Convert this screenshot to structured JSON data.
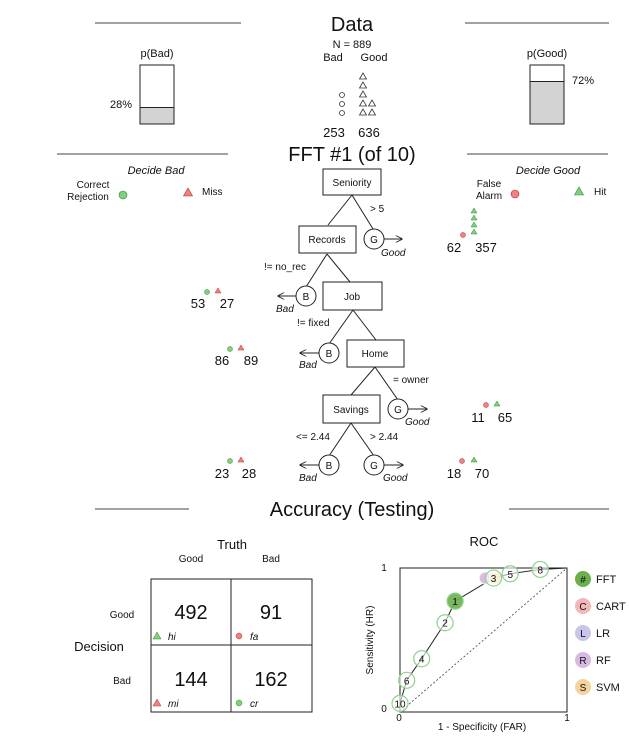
{
  "data_section": {
    "title": "Data",
    "n_label": "N = 889",
    "bad_label": "Bad",
    "good_label": "Good",
    "bad_count": "253",
    "good_count": "636",
    "p_bad": {
      "label": "p(Bad)",
      "value_text": "28%",
      "value": 0.28
    },
    "p_good": {
      "label": "p(Good)",
      "value_text": "72%",
      "value": 0.72
    }
  },
  "fft_section": {
    "title": "FFT #1 (of 10)",
    "decide_bad": "Decide Bad",
    "decide_good": "Decide Good",
    "legend": {
      "correct_rejection": [
        "Correct",
        "Rejection"
      ],
      "miss": "Miss",
      "false_alarm": [
        "False",
        "Alarm"
      ],
      "hit": "Hit"
    },
    "nodes": {
      "seniority": "Seniority",
      "records": "Records",
      "job": "Job",
      "home": "Home",
      "savings": "Savings"
    },
    "exit_letters": {
      "good": "G",
      "bad": "B"
    },
    "edge_labels": {
      "seniority_exit": "> 5",
      "records_exit": "!= no_rec",
      "job_exit": "!= fixed",
      "home_exit": "= owner",
      "savings_bad": "<= 2.44",
      "savings_good": "> 2.44"
    },
    "exit_words": {
      "good": "Good",
      "bad": "Bad"
    },
    "leaf_counts": {
      "seniority": {
        "left": "62",
        "right": "357"
      },
      "records": {
        "left": "53",
        "right": "27"
      },
      "job": {
        "left": "86",
        "right": "89"
      },
      "home": {
        "left": "11",
        "right": "65"
      },
      "savings_bad": {
        "left": "23",
        "right": "28"
      },
      "savings_good": {
        "left": "18",
        "right": "70"
      }
    }
  },
  "accuracy_section": {
    "title": "Accuracy (Testing)",
    "truth_label": "Truth",
    "decision_label": "Decision",
    "col_good": "Good",
    "col_bad": "Bad",
    "row_good": "Good",
    "row_bad": "Bad",
    "cells": {
      "hi": {
        "value": "492",
        "tag": "hi"
      },
      "fa": {
        "value": "91",
        "tag": "fa"
      },
      "mi": {
        "value": "144",
        "tag": "mi"
      },
      "cr": {
        "value": "162",
        "tag": "cr"
      }
    }
  },
  "roc": {
    "title": "ROC",
    "x_label": "1 - Specificity (FAR)",
    "y_label": "Sensitivity (HR)",
    "ticks": {
      "x0": "0",
      "x1": "1",
      "y0": "0",
      "y1": "1"
    },
    "legend": [
      {
        "letter": "#",
        "label": "FFT",
        "color": "#6ab04c"
      },
      {
        "letter": "C",
        "label": "CART",
        "color": "#f4b6b6"
      },
      {
        "letter": "L",
        "label": "LR",
        "color": "#c9c5ea"
      },
      {
        "letter": "R",
        "label": "RF",
        "color": "#d7b9e3"
      },
      {
        "letter": "S",
        "label": "SVM",
        "color": "#f6d39d"
      }
    ]
  },
  "chart_data": {
    "type": "line",
    "series": [
      {
        "name": "FFT",
        "points": [
          {
            "far": 0.0,
            "hr": 0.06,
            "label": "10"
          },
          {
            "far": 0.04,
            "hr": 0.22,
            "label": "6"
          },
          {
            "far": 0.13,
            "hr": 0.37,
            "label": "4"
          },
          {
            "far": 0.27,
            "hr": 0.62,
            "label": "2"
          },
          {
            "far": 0.33,
            "hr": 0.77,
            "label": "1"
          },
          {
            "far": 0.56,
            "hr": 0.93,
            "label": "3"
          },
          {
            "far": 0.66,
            "hr": 0.96,
            "label": "5"
          },
          {
            "far": 0.84,
            "hr": 0.99,
            "label": "8"
          }
        ]
      },
      {
        "name": "CART",
        "points": [
          {
            "far": 0.53,
            "hr": 0.93
          }
        ]
      },
      {
        "name": "LR",
        "points": [
          {
            "far": 0.55,
            "hr": 0.93
          }
        ]
      },
      {
        "name": "RF",
        "points": [
          {
            "far": 0.51,
            "hr": 0.93
          }
        ]
      },
      {
        "name": "SVM",
        "points": [
          {
            "far": 0.57,
            "hr": 0.93
          }
        ]
      }
    ],
    "xlim": [
      0,
      1
    ],
    "ylim": [
      0,
      1
    ]
  }
}
